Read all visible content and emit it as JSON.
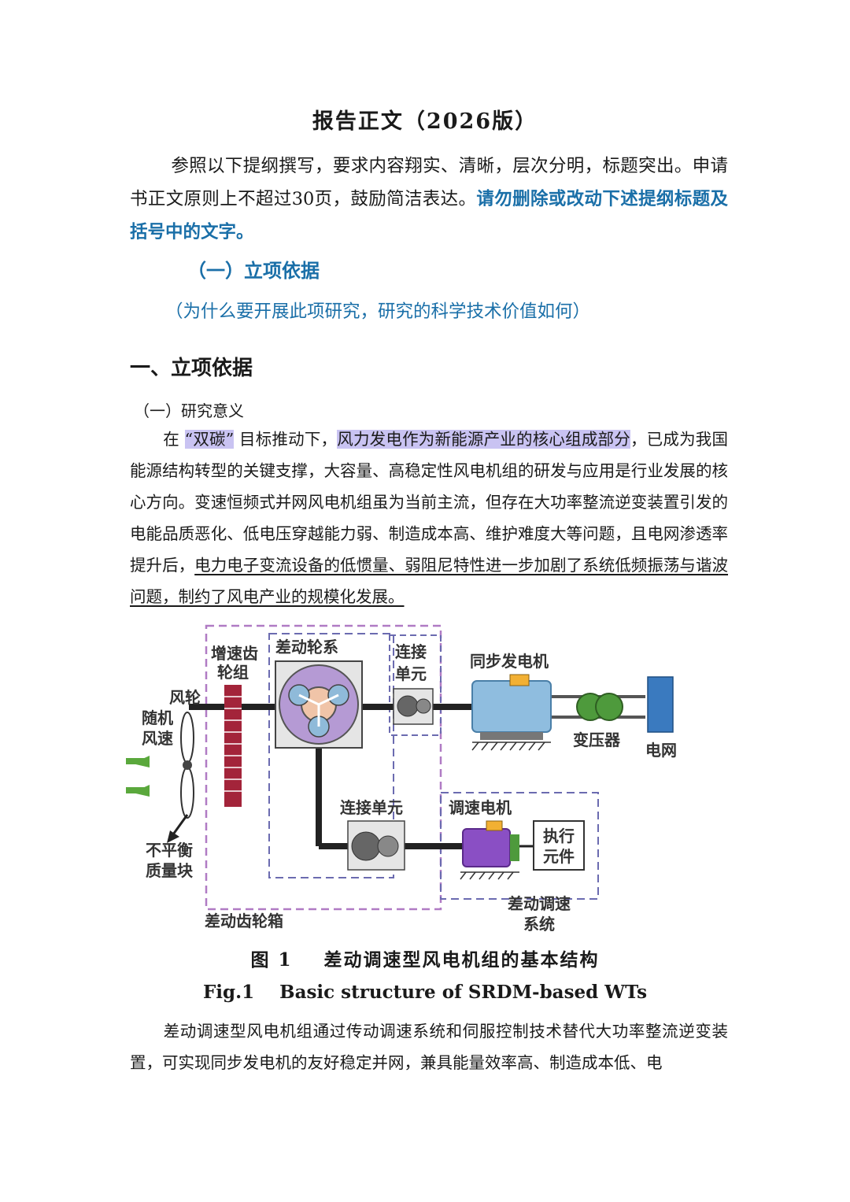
{
  "title": "报告正文（2026版）",
  "intro": {
    "text": "参照以下提纲撰写，要求内容翔实、清晰，层次分明，标题突出。申请书正文原则上不超过30页，鼓励简洁表达。",
    "emphasis": "请勿删除或改动下述提纲标题及括号中的文字。"
  },
  "section_label": "（一）立项依据",
  "section_note": "（为什么要开展此项研究，研究的科学技术价值如何）",
  "heading1": "一、立项依据",
  "heading2": "（一）研究意义",
  "para1": {
    "pre": "在",
    "hl1": "“双碳”",
    "mid": "目标推动下，",
    "hl2": "风力发电作为新能源产业的核心组成部分",
    "post": "，已成为我国能源结构转型的关键支撑，大容量、高稳定性风电机组的研发与应用是行业发展的核心方向。变速恒频式并网风电机组虽为当前主流，但存在大功率整流逆变装置引发的电能品质恶化、低电压穿越能力弱、制造成本高、维护难度大等问题，且电网渗透率提升后，",
    "underline": "电力电子变流设备的低惯量、弱阻尼特性进一步加剧了系统低频振荡与谐波问题，制约了风电产业的规模化发展。"
  },
  "figure": {
    "labels": {
      "gearbox_speedup": [
        "增速齿",
        "轮组"
      ],
      "differential": "差动轮系",
      "connect_top": [
        "连接",
        "单元"
      ],
      "sync_gen": "同步发电机",
      "wind_wheel": "风轮",
      "random_wind": [
        "随机",
        "风速"
      ],
      "transformer": "变压器",
      "grid": "电网",
      "connect_bottom": "连接单元",
      "speed_motor": "调速电机",
      "actuator": [
        "执行",
        "元件"
      ],
      "unbalanced": [
        "不平衡",
        "质量块"
      ],
      "diff_gearbox": "差动齿轮箱",
      "diff_speed_system": [
        "差动调速",
        "系统"
      ]
    },
    "caption_cn": "图 1    差动调速型风电机组的基本结构",
    "caption_en": "Fig.1    Basic structure of SRDM-based WTs"
  },
  "para2": "差动调速型风电机组通过传动调速系统和伺服控制技术替代大功率整流逆变装置，可实现同步发电机的友好稳定并网，兼具能量效率高、制造成本低、电"
}
